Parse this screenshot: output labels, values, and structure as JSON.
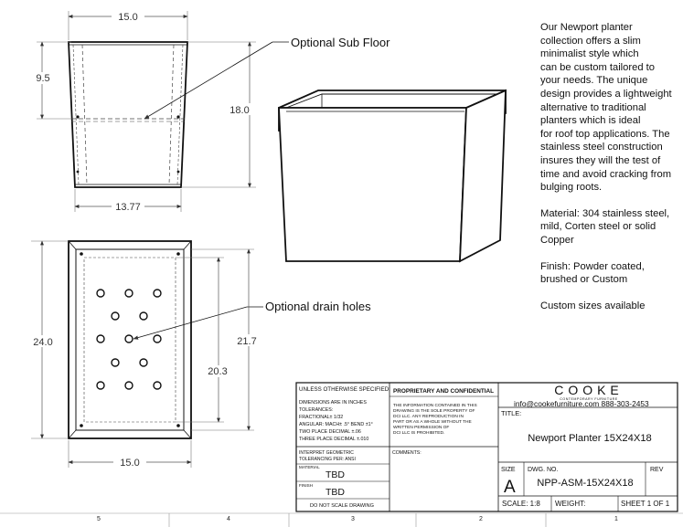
{
  "front_view": {
    "top_width": "15.0",
    "bottom_width": "13.77",
    "subfloor_height": "9.5",
    "height": "18.0",
    "subfloor_label": "Optional Sub Floor"
  },
  "top_view": {
    "width": "15.0",
    "length": "24.0",
    "inner_length": "21.7",
    "hole_span": "20.3",
    "drain_label": "Optional drain holes"
  },
  "description": {
    "paragraph1_lines": [
      "Our Newport planter",
      "collection offers a slim",
      "minimalist style which",
      "can be custom tailored to",
      "your needs. The unique",
      "design provides a lightweight",
      "alternative to traditional",
      "planters which is ideal",
      "for roof top applications. The",
      "stainless steel construction",
      "insures they will the test of",
      "time and avoid cracking from",
      "bulging roots."
    ],
    "material_lines": [
      "Material: 304 stainless steel,",
      "mild, Corten steel or solid",
      "Copper"
    ],
    "finish_lines": [
      "Finish: Powder coated,",
      "brushed or Custom"
    ],
    "custom": "Custom sizes available"
  },
  "title_block": {
    "unless": "UNLESS OTHERWISE SPECIFIED:",
    "tolerances": [
      "DIMENSIONS ARE IN INCHES",
      "TOLERANCES:",
      "FRACTIONAL± 1/32",
      "ANGULAR: MACH± .5° BEND ±1°",
      "TWO PLACE DECIMAL   ±.06",
      "THREE PLACE DECIMAL  ±.010"
    ],
    "geometric": [
      "INTERPRET GEOMETRIC",
      "TOLERANCING PER: ANSI"
    ],
    "material_label": "MATERIAL",
    "material_value": "TBD",
    "finish_label": "FINISH",
    "finish_value": "TBD",
    "do_not_scale": "DO NOT SCALE DRAWING",
    "proprietary": "PROPRIETARY AND CONFIDENTIAL",
    "proprietary_text": [
      "THE INFORMATION CONTAINED IN THIS",
      "DRAWING IS THE SOLE PROPERTY OF",
      "DCI LLC.  ANY REPRODUCTION IN",
      "PART OR AS A WHOLE WITHOUT THE",
      "WRITTEN PERMISSION OF",
      "DCI LLC IS PROHIBITED."
    ],
    "comments": "COMMENTS:",
    "company": "COOKE",
    "company_sub": "CONTEMPORARY FURNITURE",
    "contact": "info@cookefurniture.com 888-303-2453",
    "title_label": "TITLE:",
    "title": "Newport Planter 15X24X18",
    "size_label": "SIZE",
    "size": "A",
    "dwg_label": "DWG.  NO.",
    "dwg_no": "NPP-ASM-15X24X18",
    "rev_label": "REV",
    "scale": "SCALE: 1:8",
    "weight": "WEIGHT:",
    "sheet": "SHEET 1 OF 1"
  },
  "zone_markers": [
    "5",
    "4",
    "3",
    "2",
    "1"
  ],
  "colors": {
    "line": "#111111",
    "dim": "#555555",
    "hidden": "#444444"
  }
}
